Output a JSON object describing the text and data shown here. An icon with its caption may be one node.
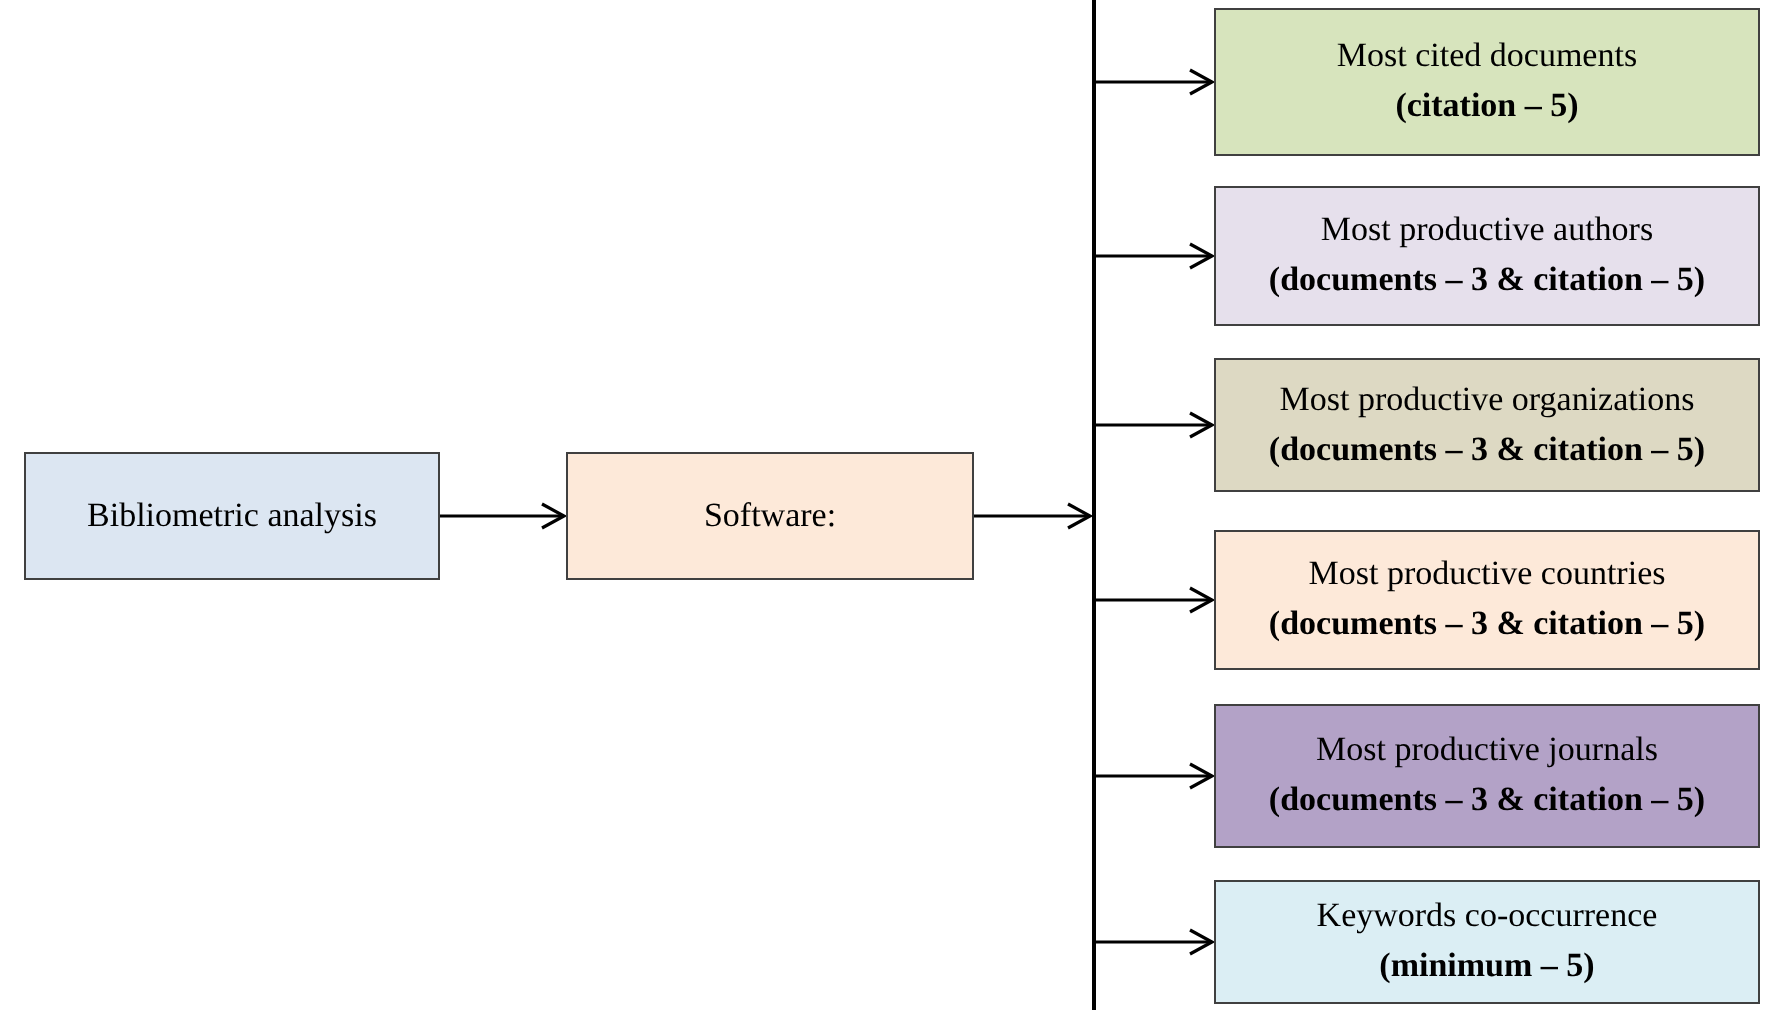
{
  "diagram": {
    "nodes": [
      {
        "text": [
          "Bibliometric analysis"
        ]
      },
      {
        "text": [
          "Software:"
        ]
      },
      {
        "text": [],
        "shape": "bar"
      },
      {
        "text": [
          "Most cited documents",
          "(citation – 5)"
        ]
      },
      {
        "text": [
          "Most productive authors",
          "(documents – 3 & citation – 5)"
        ]
      },
      {
        "text": [
          "Most productive organizations",
          "(documents – 3 & citation – 5)"
        ]
      },
      {
        "text": [
          "Most productive countries",
          "(documents – 3 & citation – 5)"
        ]
      },
      {
        "text": [
          "Most productive journals",
          "(documents – 3 & citation – 5)"
        ]
      },
      {
        "text": [
          "Keywords co-occurrence",
          "(minimum – 5)"
        ]
      }
    ],
    "edges": [
      {
        "from": 0,
        "to": 1,
        "arrow": "to"
      },
      {
        "from": 1,
        "to": 2,
        "arrow": "to"
      },
      {
        "from": 2,
        "to": 3,
        "arrow": "to"
      },
      {
        "from": 2,
        "to": 4,
        "arrow": "to"
      },
      {
        "from": 2,
        "to": 5,
        "arrow": "to"
      },
      {
        "from": 2,
        "to": 6,
        "arrow": "to"
      },
      {
        "from": 2,
        "to": 7,
        "arrow": "to"
      },
      {
        "from": 2,
        "to": 8,
        "arrow": "to"
      }
    ]
  }
}
